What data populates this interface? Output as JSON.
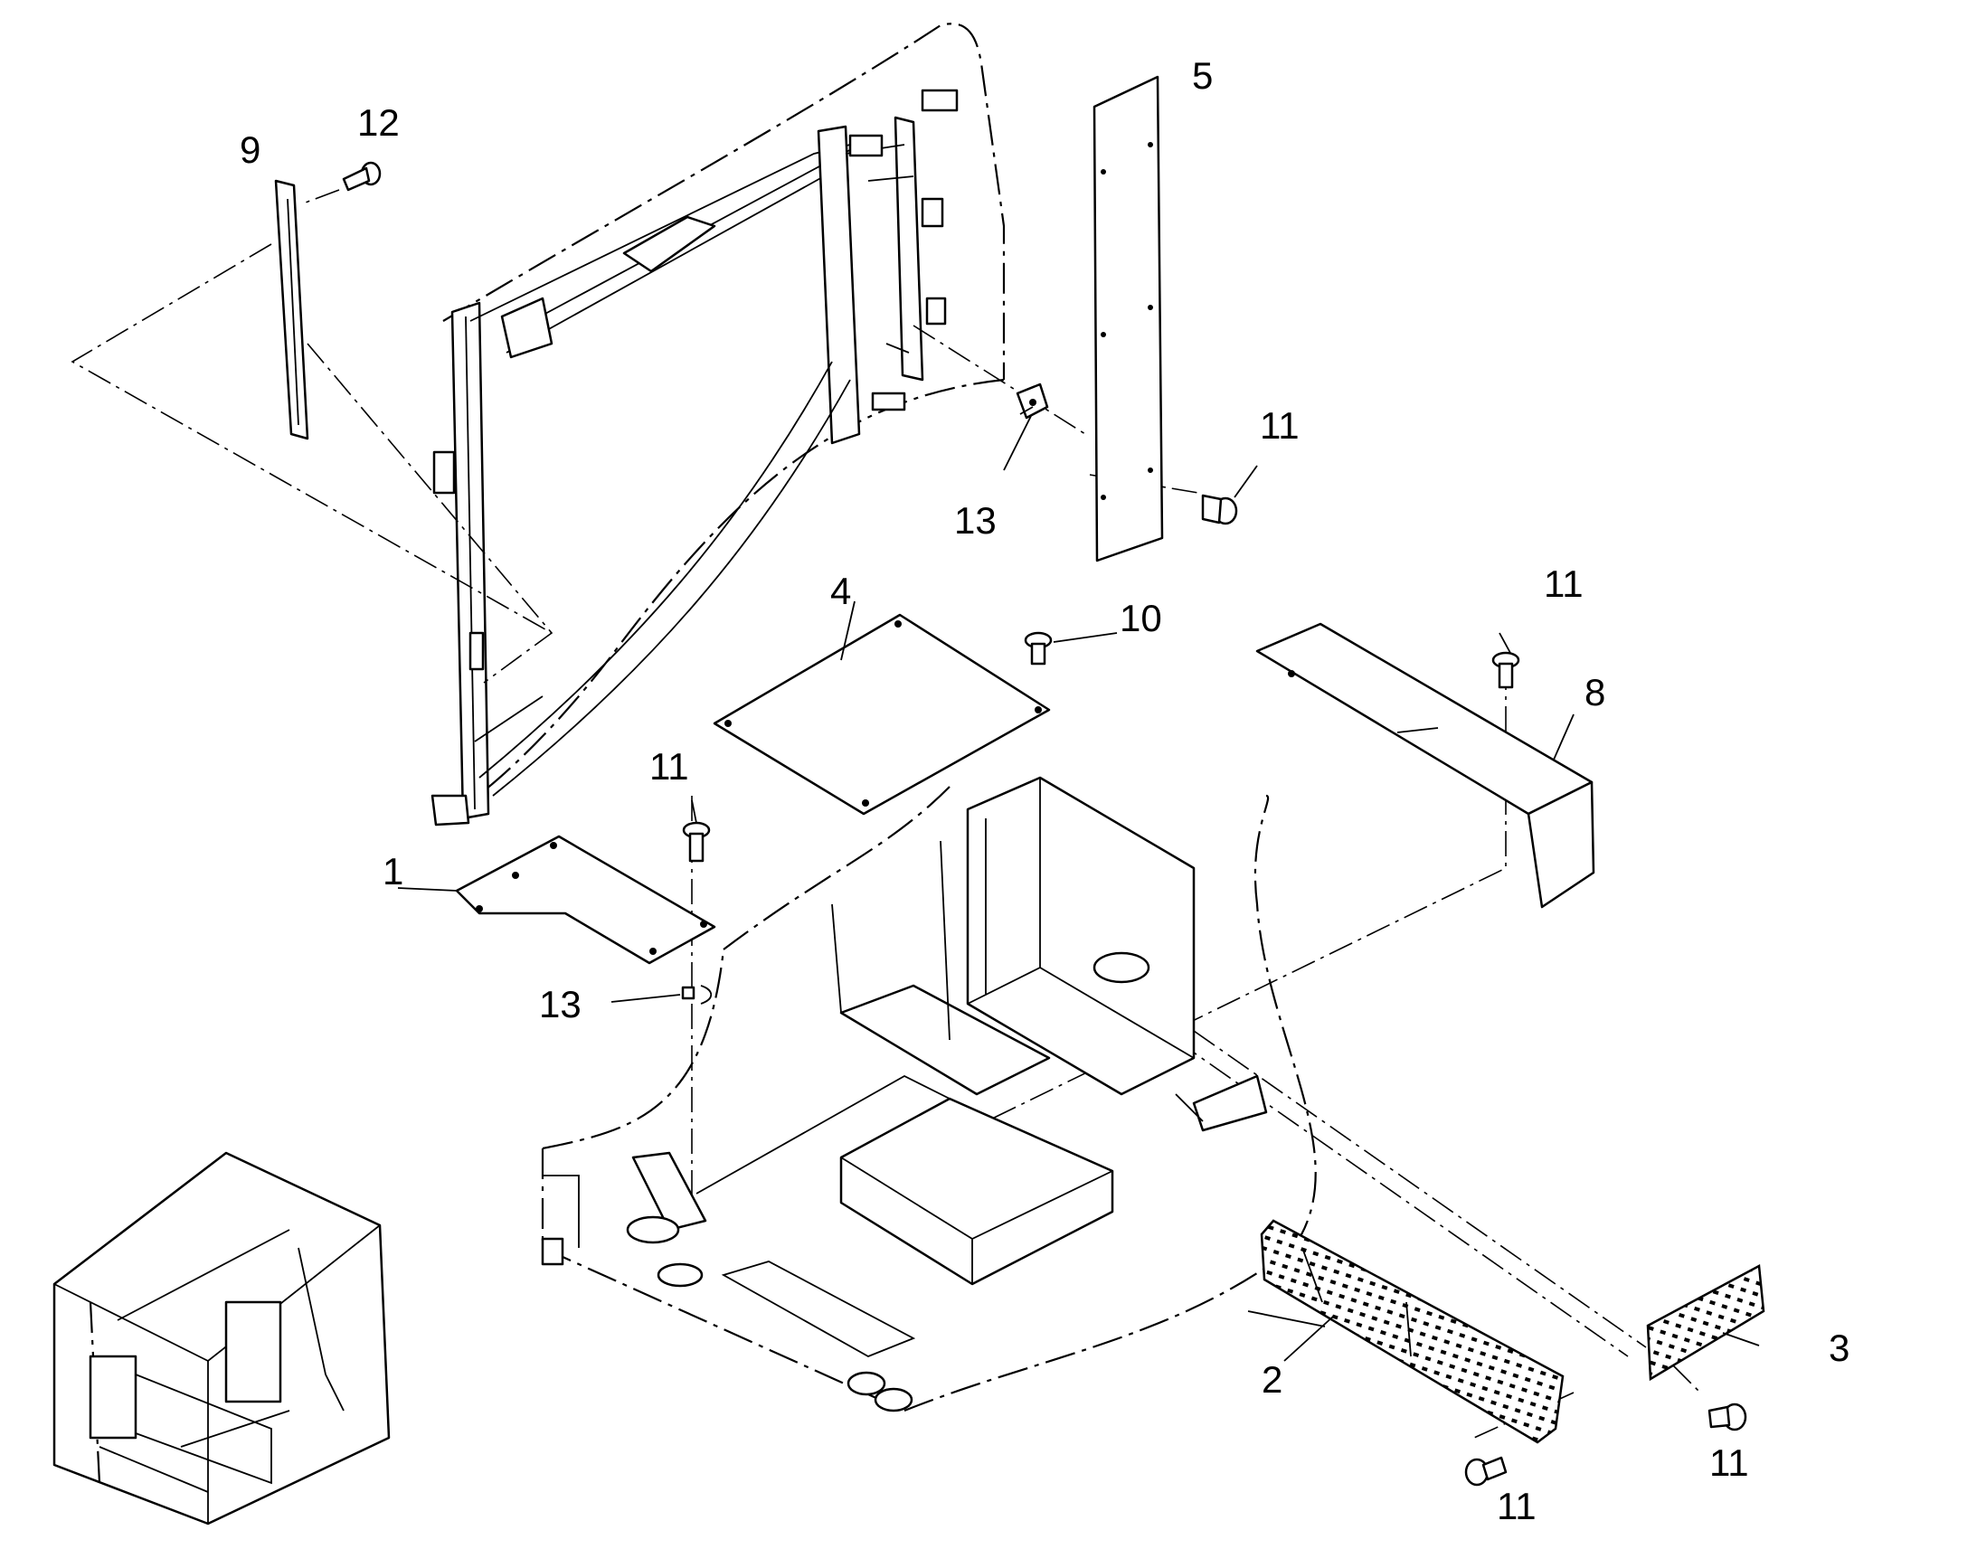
{
  "callouts": {
    "c1": "1",
    "c2": "2",
    "c3": "3",
    "c4": "4",
    "c5": "5",
    "c8": "8",
    "c9": "9",
    "c10": "10",
    "c11a": "11",
    "c11b": "11",
    "c11c": "11",
    "c11d": "11",
    "c11e": "11",
    "c12": "12",
    "c13a": "13",
    "c13b": "13"
  }
}
